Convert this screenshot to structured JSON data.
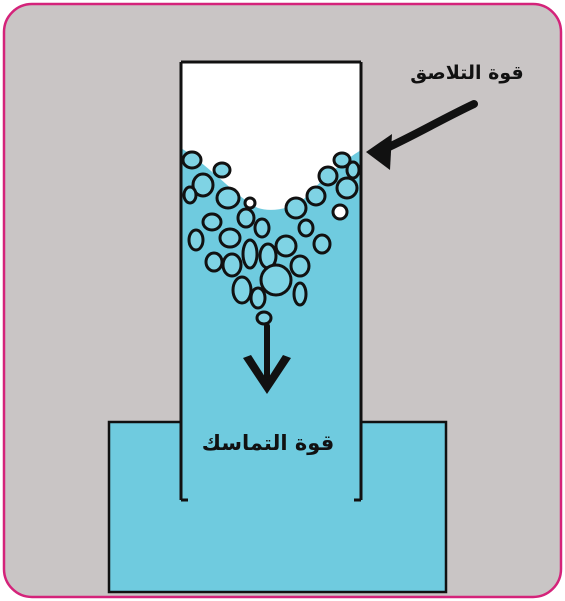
{
  "colors": {
    "background": "#c9c5c5",
    "border": "#d4237a",
    "water": "#6fcbdf",
    "outline": "#111111",
    "bubble_fill": "#7fd3e4",
    "air": "#ffffff"
  },
  "labels": {
    "adhesion_force": "قوة التلاصق",
    "cohesion_force": "قوة التماسك"
  },
  "icons": {
    "adhesion_arrow": "arrow-left",
    "cohesion_arrow": "arrow-down"
  }
}
